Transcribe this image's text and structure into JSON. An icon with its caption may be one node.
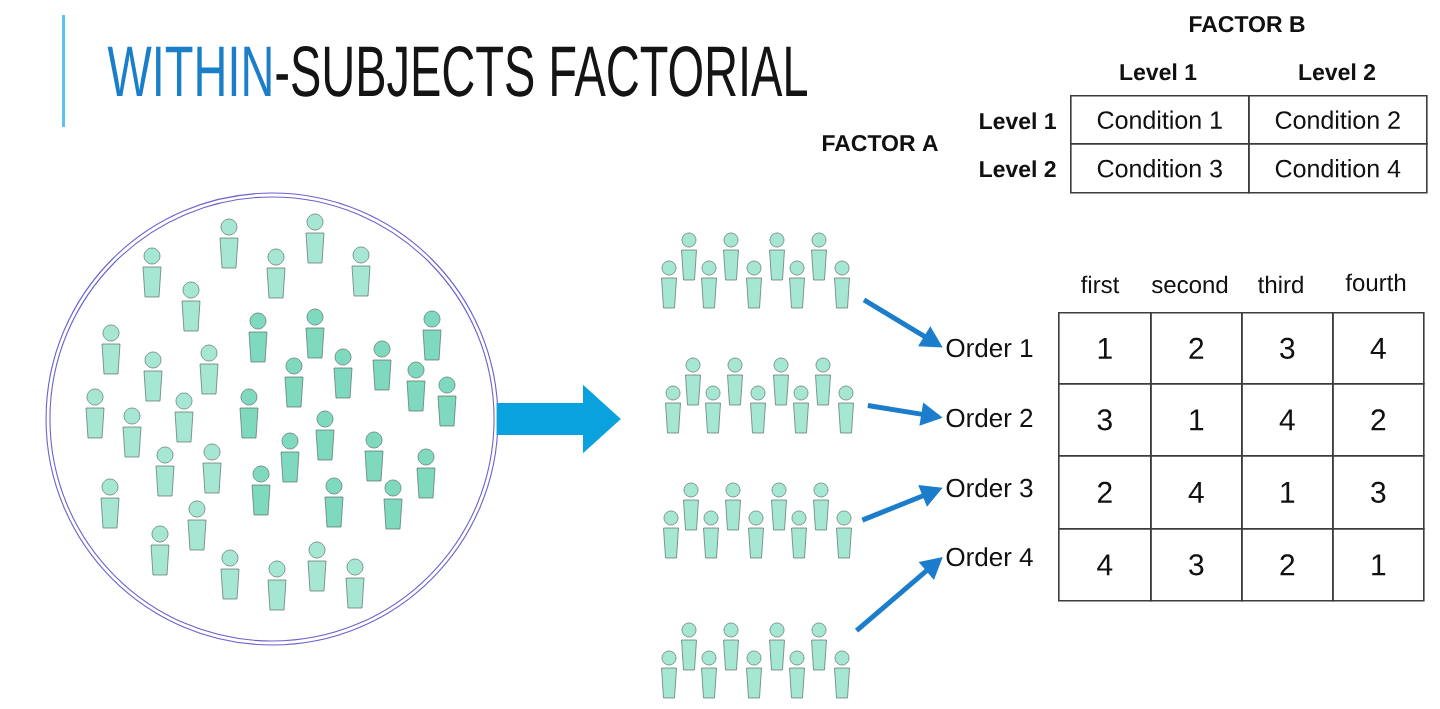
{
  "diagram": {
    "title": "WITHIN-SUBJECTS FACTORIAL",
    "nodes": [
      {
        "text": [],
        "shape": "circle"
      },
      {
        "text": [],
        "shape": "person"
      },
      {
        "text": [],
        "shape": "person"
      },
      {
        "text": [],
        "shape": "person"
      },
      {
        "text": [],
        "shape": "person"
      },
      {
        "text": [
          "Order 1"
        ]
      },
      {
        "text": [
          "Order 2"
        ]
      },
      {
        "text": [
          "Order 3"
        ]
      },
      {
        "text": [
          "Order 4"
        ]
      }
    ],
    "edges": [
      {
        "from": 0,
        "to": null,
        "arrow": "to",
        "style": "thick",
        "color": "#0aa2de"
      },
      {
        "from": 1,
        "to": 5,
        "arrow": "to"
      },
      {
        "from": 2,
        "to": 6,
        "arrow": "to"
      },
      {
        "from": 3,
        "to": 7,
        "arrow": "to"
      },
      {
        "from": 4,
        "to": 8,
        "arrow": "to"
      }
    ],
    "labels": [
      "FACTOR B",
      "Level 1",
      "Level 2",
      "Level 1",
      "Condition 1",
      "Condition 2",
      "FACTOR A",
      "Level 2",
      "Condition 3",
      "Condition 4",
      "first",
      "second",
      "third",
      "fourth",
      "1",
      "2",
      "3",
      "4",
      "3",
      "1",
      "4",
      "2",
      "2",
      "4",
      "1",
      "3",
      "4",
      "3",
      "2",
      "1"
    ]
  }
}
